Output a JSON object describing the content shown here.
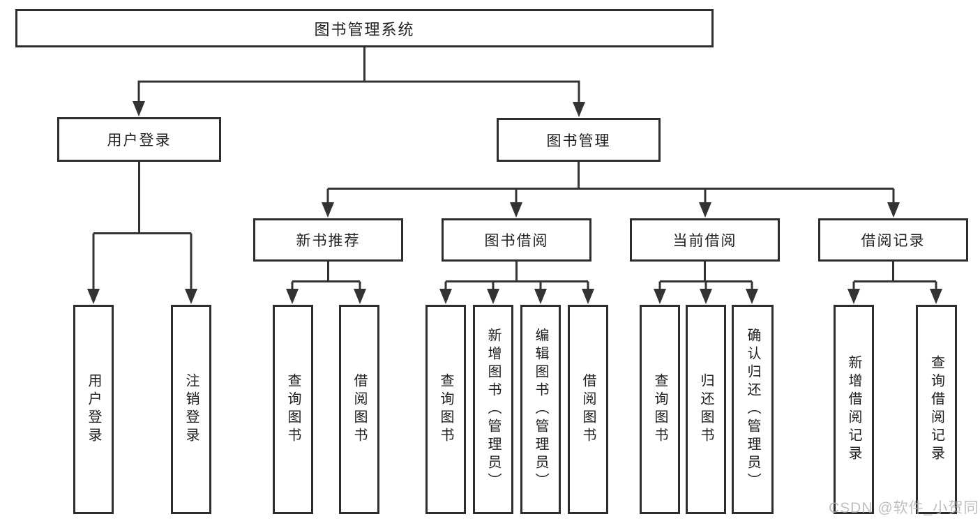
{
  "diagram": {
    "root": {
      "label": "图书管理系统"
    },
    "branches": [
      {
        "label": "用户登录",
        "children": [
          "用户登录",
          "注销登录"
        ]
      },
      {
        "label": "图书管理",
        "children": [
          {
            "label": "新书推荐",
            "children": [
              "查询图书",
              "借阅图书"
            ]
          },
          {
            "label": "图书借阅",
            "children": [
              "查询图书",
              "新增图书（管理员）",
              "编辑图书（管理员）",
              "借阅图书"
            ]
          },
          {
            "label": "当前借阅",
            "children": [
              "查询图书",
              "归还图书",
              "确认归还（管理员）"
            ]
          },
          {
            "label": "借阅记录",
            "children": [
              "新增借阅记录",
              "查询借阅记录"
            ]
          }
        ]
      }
    ]
  },
  "watermark": {
    "text": "CSDN @软件_小贺同学"
  },
  "colors": {
    "line": "#333333",
    "box_border": "#2d2d2d",
    "text": "#1f1f1f",
    "background": "#ffffff",
    "watermark": "#b5b5b5"
  }
}
